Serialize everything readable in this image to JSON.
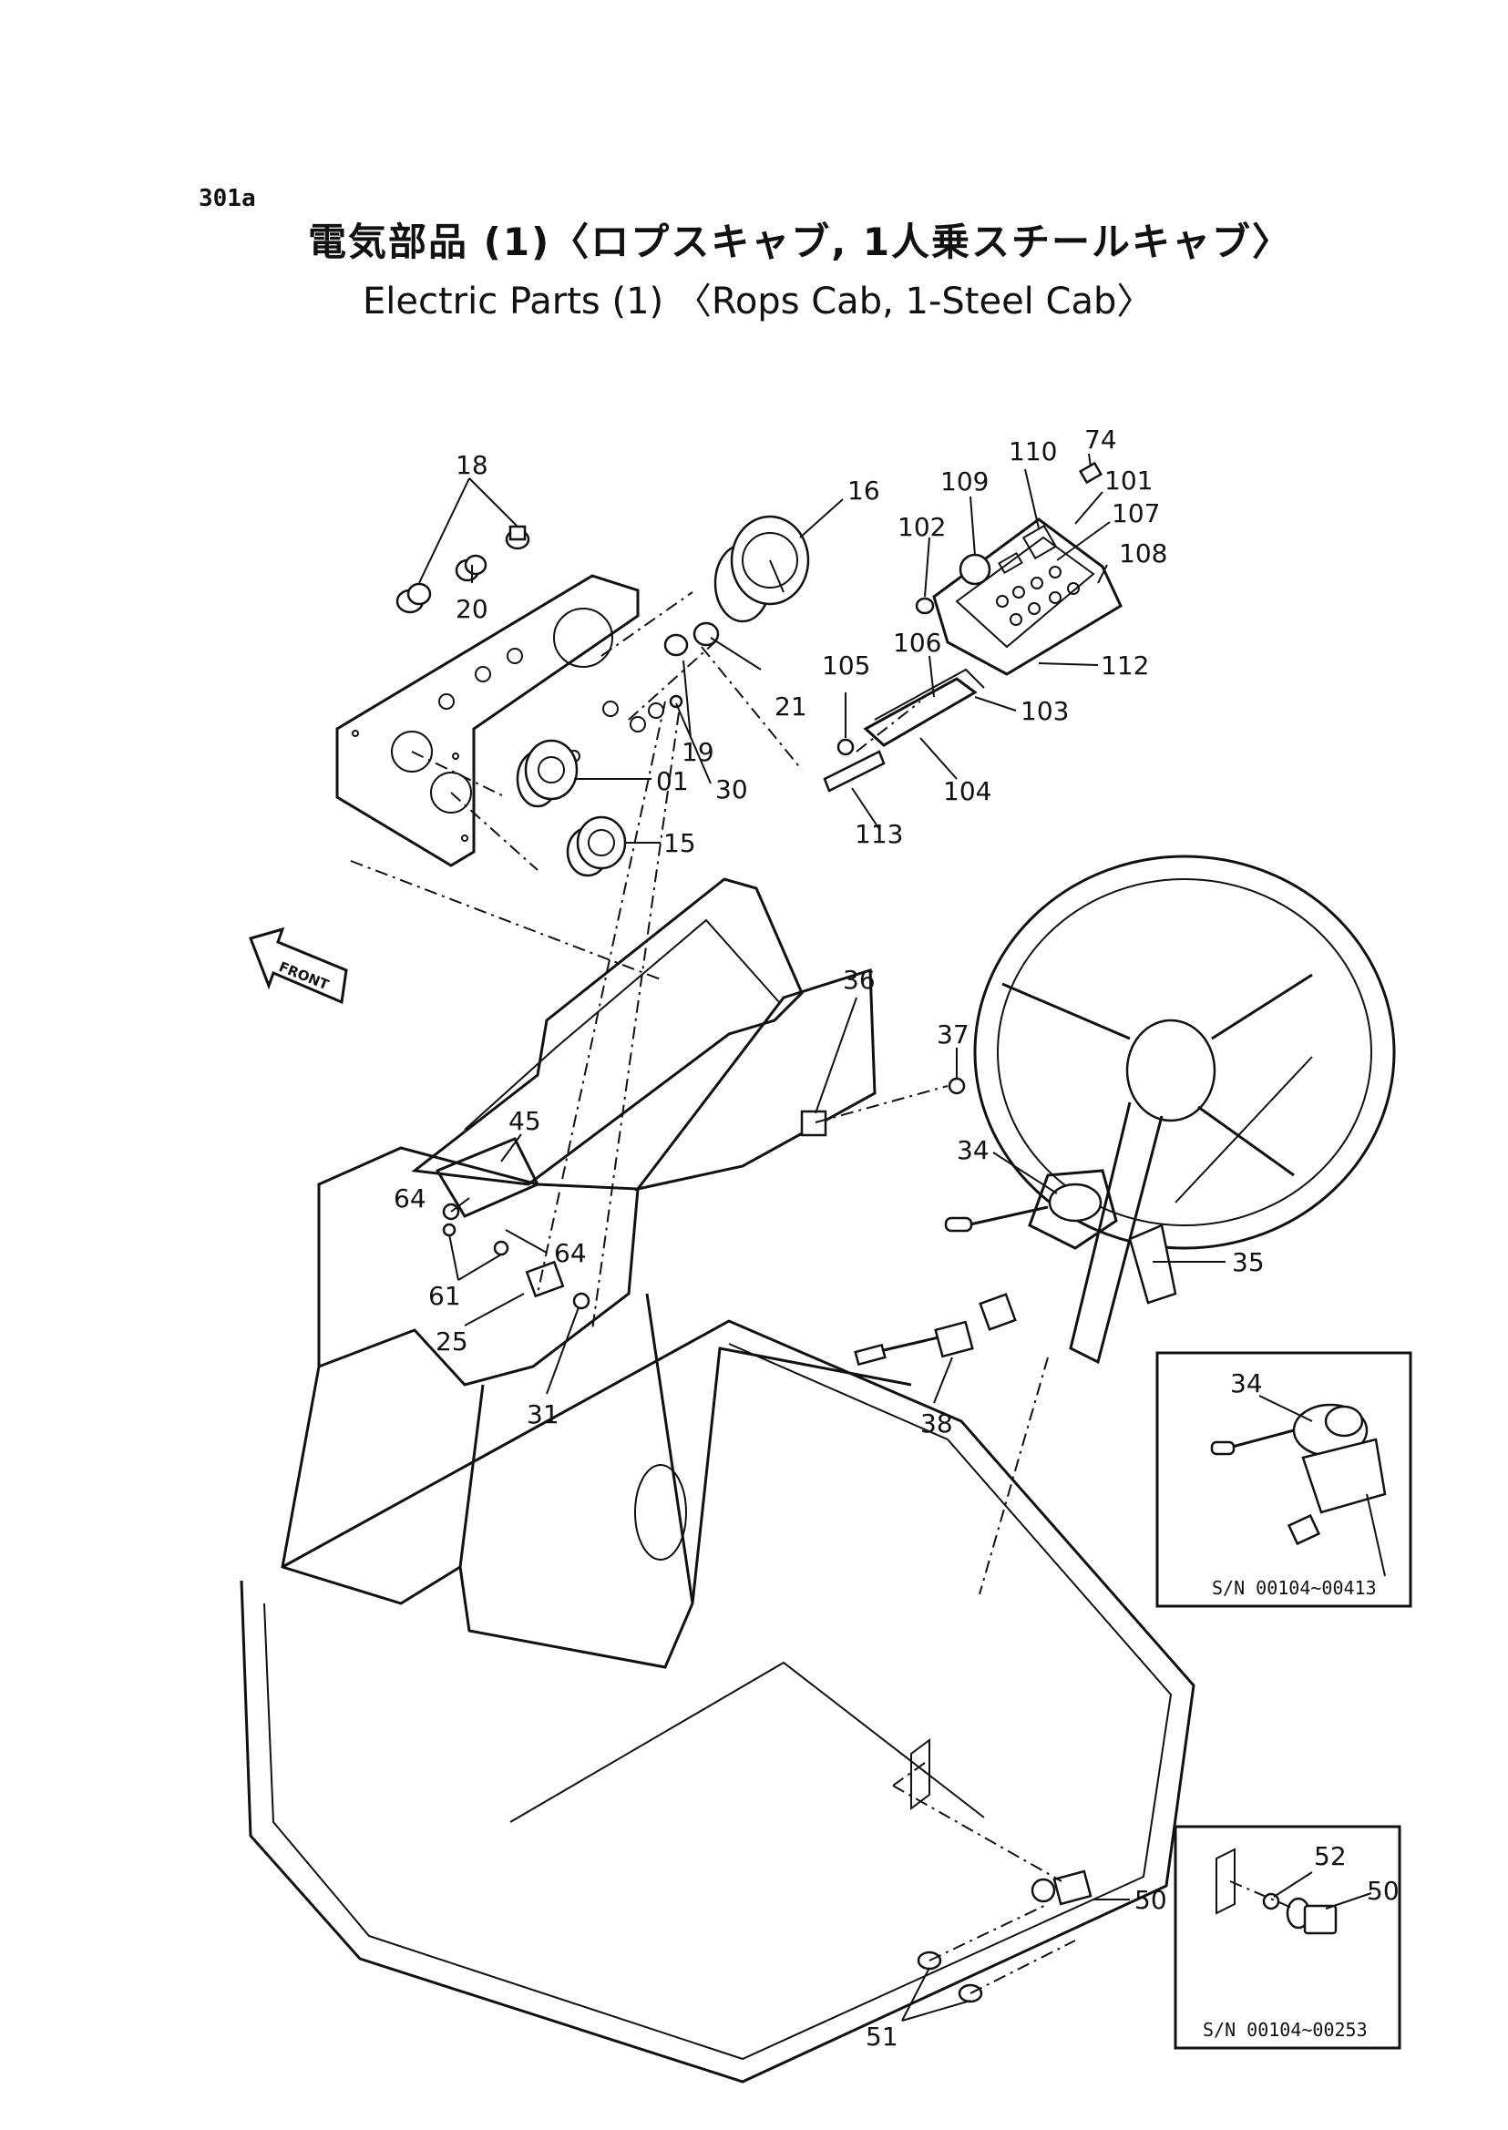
{
  "page": {
    "number": "301a",
    "title_jp": "電気部品 (1)〈ロプスキャブ, 1人乗スチールキャブ〉",
    "title_en": "Electric Parts (1) 〈Rops Cab, 1-Steel Cab〉"
  },
  "front_marker": "FRONT",
  "callouts": [
    {
      "id": "c-18",
      "label": "18"
    },
    {
      "id": "c-20",
      "label": "20"
    },
    {
      "id": "c-16",
      "label": "16"
    },
    {
      "id": "c-110",
      "label": "110"
    },
    {
      "id": "c-74",
      "label": "74"
    },
    {
      "id": "c-109",
      "label": "109"
    },
    {
      "id": "c-101",
      "label": "101"
    },
    {
      "id": "c-107",
      "label": "107"
    },
    {
      "id": "c-102",
      "label": "102"
    },
    {
      "id": "c-108",
      "label": "108"
    },
    {
      "id": "c-21",
      "label": "21"
    },
    {
      "id": "c-106",
      "label": "106"
    },
    {
      "id": "c-105",
      "label": "105"
    },
    {
      "id": "c-112",
      "label": "112"
    },
    {
      "id": "c-103",
      "label": "103"
    },
    {
      "id": "c-19",
      "label": "19"
    },
    {
      "id": "c-01",
      "label": "01"
    },
    {
      "id": "c-30",
      "label": "30"
    },
    {
      "id": "c-104",
      "label": "104"
    },
    {
      "id": "c-113",
      "label": "113"
    },
    {
      "id": "c-15",
      "label": "15"
    },
    {
      "id": "c-36",
      "label": "36"
    },
    {
      "id": "c-37",
      "label": "37"
    },
    {
      "id": "c-45",
      "label": "45"
    },
    {
      "id": "c-34",
      "label": "34"
    },
    {
      "id": "c-35",
      "label": "35"
    },
    {
      "id": "c-64a",
      "label": "64"
    },
    {
      "id": "c-64b",
      "label": "64"
    },
    {
      "id": "c-61",
      "label": "61"
    },
    {
      "id": "c-25",
      "label": "25"
    },
    {
      "id": "c-31",
      "label": "31"
    },
    {
      "id": "c-38",
      "label": "38"
    },
    {
      "id": "c-50",
      "label": "50"
    },
    {
      "id": "c-51",
      "label": "51"
    }
  ],
  "insets": [
    {
      "id": "inset-lever",
      "callout": "34",
      "serial": "S/N 00104~00413"
    },
    {
      "id": "inset-horn",
      "callouts": [
        "52",
        "50"
      ],
      "serial": "S/N 00104~00253"
    }
  ]
}
